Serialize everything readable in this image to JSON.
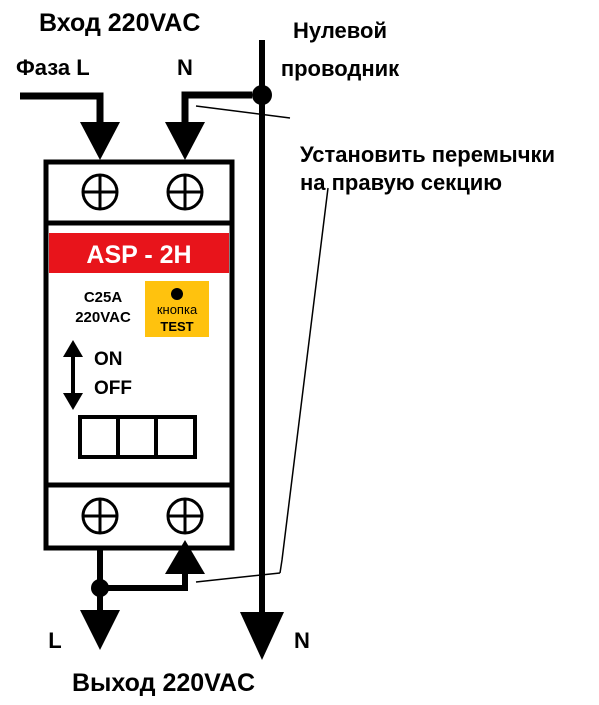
{
  "labels": {
    "input": "Вход 220VAC",
    "phase": "Фаза L",
    "n_top": "N",
    "neutral_line1": "Нулевой",
    "neutral_line2": "проводник",
    "jumper_line1": "Установить перемычки",
    "jumper_line2": "на правую секцию",
    "output": "Выход 220VAC",
    "l_bottom": "L",
    "n_bottom": "N"
  },
  "device": {
    "model": "ASP - 2H",
    "rating_current": "C25A",
    "rating_voltage": "220VAC",
    "test_line1": "кнопка",
    "test_line2": "TEST",
    "on": "ON",
    "off": "OFF"
  },
  "colors": {
    "model_band": "#e8141b",
    "model_text": "#ffffff",
    "test_box": "#ffc20e",
    "stroke": "#000000"
  }
}
